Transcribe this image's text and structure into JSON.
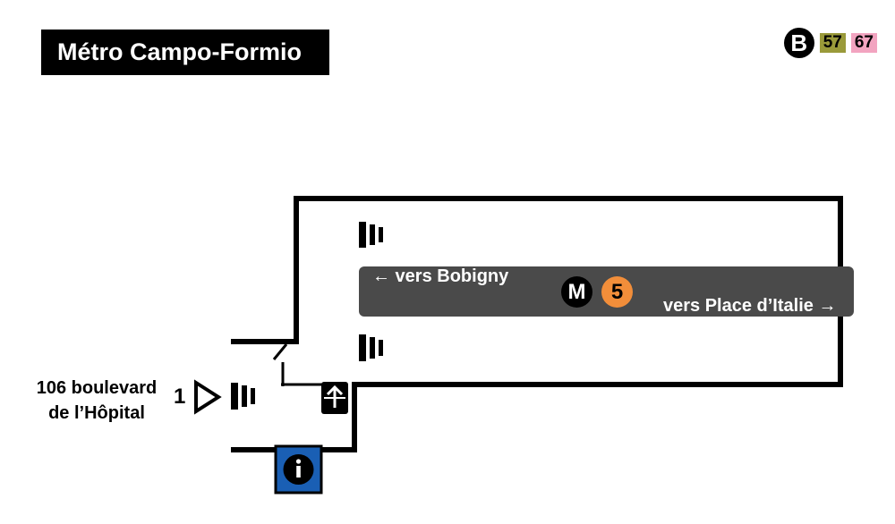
{
  "title": "Métro Campo-Formio",
  "connections": {
    "rer": {
      "label": "B",
      "color": "#000000"
    },
    "buses": [
      {
        "label": "57",
        "color": "#9a9a3a"
      },
      {
        "label": "67",
        "color": "#f2a4c0"
      }
    ]
  },
  "platform": {
    "line_symbol": "M",
    "line_number": "5",
    "line_color": "#f28e3a",
    "direction_left": "← vers Bobigny",
    "direction_right": "vers Place d’Italie →"
  },
  "exit": {
    "number": "1",
    "address_line1": "106 boulevard",
    "address_line2": "de l’Hôpital"
  },
  "icons": [
    "stairs-icon",
    "escalator-up-icon",
    "information-icon",
    "exit-arrow-icon"
  ],
  "colors": {
    "info_blue": "#1a5fb4",
    "platform_grey": "#4a4a4a"
  }
}
